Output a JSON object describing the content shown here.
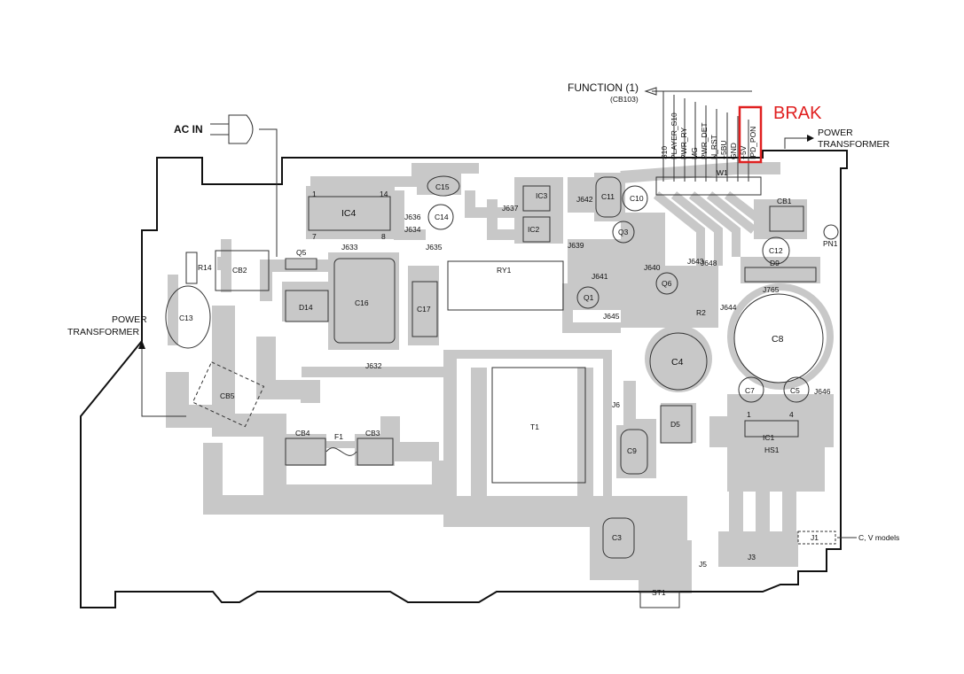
{
  "diagram": {
    "labels": {
      "ac_in": "AC IN",
      "function": "FUNCTION (1)",
      "function_sub": "(CB103)",
      "brak": "BRAK",
      "power_transformer_right_1": "POWER",
      "power_transformer_right_2": "TRANSFORMER",
      "power_transformer_left_1": "POWER",
      "power_transformer_left_2": "TRANSFORMER",
      "cv_models": "C, V models"
    },
    "connector_pins": [
      "S10",
      "PLAYER_S10",
      "PWR_RY",
      "MG",
      "PWR_DET",
      "N_RST",
      "+5BU",
      "GND",
      "+5V",
      "IPD_PON"
    ],
    "components": {
      "ic4": "IC4",
      "ic3": "IC3",
      "ic2": "IC2",
      "ic1": "IC1",
      "c15": "C15",
      "c14": "C14",
      "c11": "C11",
      "c10": "C10",
      "c12": "C12",
      "c13": "C13",
      "c16": "C16",
      "c17": "C17",
      "c8": "C8",
      "c4": "C4",
      "c7": "C7",
      "c5": "C5",
      "c9": "C9",
      "c3": "C3",
      "cb1": "CB1",
      "cb2": "CB2",
      "cb3": "CB3",
      "cb4": "CB4",
      "cb5": "CB5",
      "w1": "W1",
      "pn1": "PN1",
      "d9": "D9",
      "d14": "D14",
      "d5": "D5",
      "q5": "Q5",
      "q1": "Q1",
      "q6": "Q6",
      "q3": "Q3",
      "r14": "R14",
      "r2": "R2",
      "ry1": "RY1",
      "t1": "T1",
      "f1": "F1",
      "hs1": "HS1",
      "st1": "ST1",
      "j1": "J1",
      "j633": "J633",
      "j632": "J632",
      "j636": "J636",
      "j634": "J634",
      "j635": "J635",
      "j637": "J637",
      "j639": "J639",
      "j642": "J642",
      "j640": "J640",
      "j641": "J641",
      "j643": "J643",
      "j648": "J648",
      "j644": "J644",
      "j645": "J645",
      "j765": "J765",
      "j646": "J646",
      "j6": "J6",
      "j5": "J5",
      "j3": "J3",
      "pin1": "1",
      "pin4": "4",
      "ic4_pin1": "1",
      "ic4_pin14": "14",
      "ic4_pin7": "7",
      "ic4_pin8": "8"
    },
    "colors": {
      "trace": "#c8c8c8",
      "outline": "#111111",
      "highlight": "#e02020"
    }
  }
}
